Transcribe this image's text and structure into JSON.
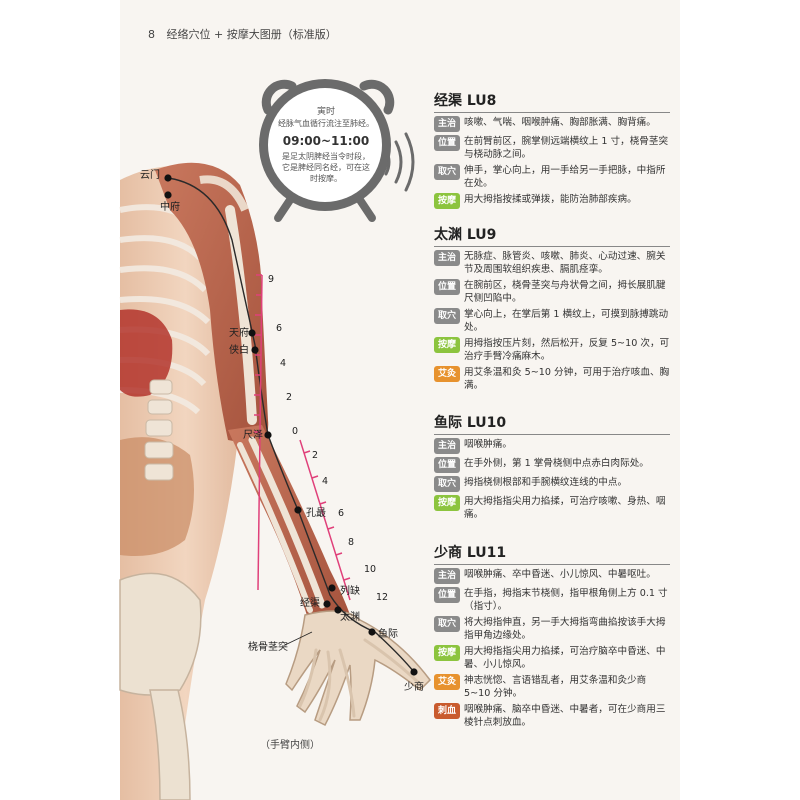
{
  "header": {
    "page_number": "8",
    "title": "经络穴位 + 按摩大图册（标准版）"
  },
  "clock": {
    "line1": "寅时",
    "line2": "经脉气血循行流注至肺经。",
    "time": "09:00~11:00",
    "line3": "是足太阴脾经当令时段，",
    "line4": "它是脾经同名经，可在这",
    "line5": "时按摩。"
  },
  "colors": {
    "meridian": "#2a2a2a",
    "ruler": "#e0407a",
    "green_tag": "#8cc43e",
    "orange_tag": "#e7922e",
    "gray_tag": "#8a8a8a",
    "red_tag": "#c95b2e"
  },
  "figure": {
    "point_labels": [
      "云门",
      "中府",
      "天府",
      "侠白",
      "尺泽",
      "孔最",
      "列缺",
      "经渠",
      "太渊",
      "鱼际",
      "少商",
      "桡骨茎突"
    ],
    "ruler_ticks": [
      "9",
      "6",
      "4",
      "2",
      "0",
      "2",
      "4",
      "6",
      "8",
      "10",
      "12"
    ],
    "caption": "（手臂内侧）"
  },
  "sections": [
    {
      "title": "经渠 LU8",
      "entries": [
        {
          "tag": "主治",
          "color": "gray",
          "text": "咳嗽、气喘、咽喉肿痛、胸部胀满、胸背痛。"
        },
        {
          "tag": "位置",
          "color": "gray",
          "text": "在前臂前区，腕掌侧远端横纹上 1 寸，桡骨茎突与桡动脉之间。"
        },
        {
          "tag": "取穴",
          "color": "gray",
          "text": "伸手，掌心向上，用一手给另一手把脉，中指所在处。"
        },
        {
          "tag": "按摩",
          "color": "green",
          "text": "用大拇指按揉或弹拨，能防治肺部疾病。"
        }
      ]
    },
    {
      "title": "太渊 LU9",
      "entries": [
        {
          "tag": "主治",
          "color": "gray",
          "text": "无脉症、脉管炎、咳嗽、肺炎、心动过速、腕关节及周围软组织疾患、膈肌痉挛。"
        },
        {
          "tag": "位置",
          "color": "gray",
          "text": "在腕前区，桡骨茎突与舟状骨之间，拇长展肌腱尺侧凹陷中。"
        },
        {
          "tag": "取穴",
          "color": "gray",
          "text": "掌心向上，在掌后第 1 横纹上，可摸到脉搏跳动处。"
        },
        {
          "tag": "按摩",
          "color": "green",
          "text": "用拇指按压片刻，然后松开，反复 5~10 次，可治疗手臂冷痛麻木。"
        },
        {
          "tag": "艾灸",
          "color": "orange",
          "text": "用艾条温和灸 5~10 分钟，可用于治疗咳血、胸满。"
        }
      ]
    },
    {
      "title": "鱼际 LU10",
      "entries": [
        {
          "tag": "主治",
          "color": "gray",
          "text": "咽喉肿痛。"
        },
        {
          "tag": "位置",
          "color": "gray",
          "text": "在手外侧，第 1 掌骨桡侧中点赤白肉际处。"
        },
        {
          "tag": "取穴",
          "color": "gray",
          "text": "拇指桡侧根部和手腕横纹连线的中点。"
        },
        {
          "tag": "按摩",
          "color": "green",
          "text": "用大拇指指尖用力掐揉，可治疗咳嗽、身热、咽痛。"
        }
      ]
    },
    {
      "title": "少商 LU11",
      "entries": [
        {
          "tag": "主治",
          "color": "gray",
          "text": "咽喉肿痛、卒中昏迷、小儿惊风、中暑呕吐。"
        },
        {
          "tag": "位置",
          "color": "gray",
          "text": "在手指，拇指末节桡侧，指甲根角侧上方 0.1 寸（指寸）。"
        },
        {
          "tag": "取穴",
          "color": "gray",
          "text": "将大拇指伸直，另一手大拇指弯曲掐按该手大拇指甲角边缘处。"
        },
        {
          "tag": "按摩",
          "color": "green",
          "text": "用大拇指指尖用力掐揉，可治疗脑卒中昏迷、中暑、小儿惊风。"
        },
        {
          "tag": "艾灸",
          "color": "orange",
          "text": "神志恍惚、言语错乱者，用艾条温和灸少商 5~10 分钟。"
        },
        {
          "tag": "刺血",
          "color": "red",
          "text": "咽喉肿痛、脑卒中昏迷、中暑者，可在少商用三棱针点刺放血。"
        }
      ]
    }
  ]
}
